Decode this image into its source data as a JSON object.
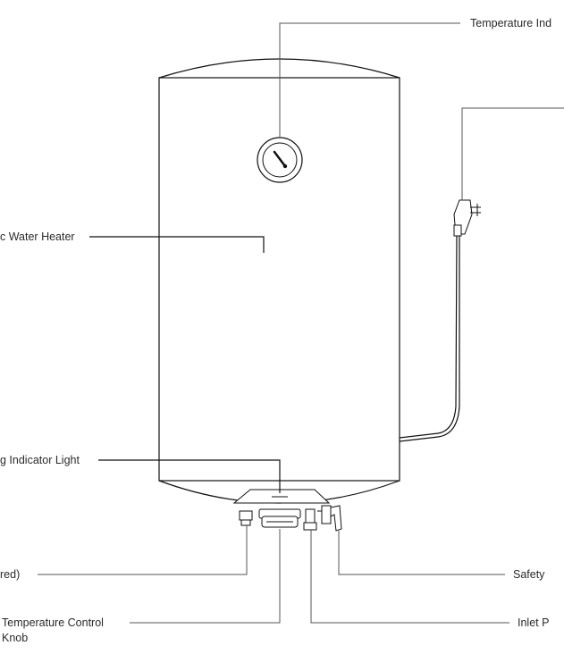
{
  "labels": {
    "temperature_indicator": "Temperature Ind",
    "water_heater": "c Water Heater",
    "heating_indicator": "g Indicator Light",
    "left_bottom": "red)",
    "temperature_control_line1": "Temperature Control",
    "temperature_control_line2": "Knob",
    "safety": "Safety",
    "inlet": "Inlet P"
  }
}
